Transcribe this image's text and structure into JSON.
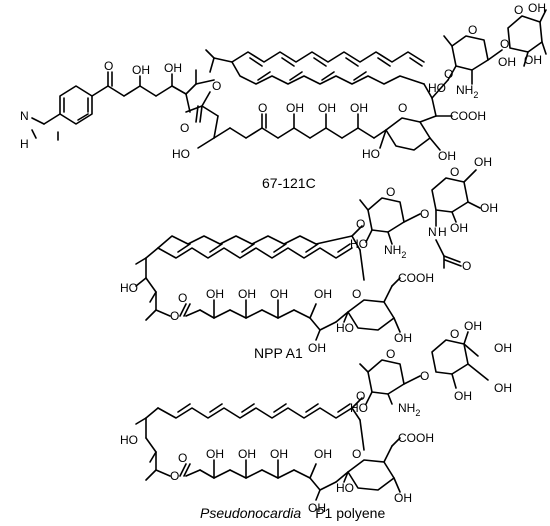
{
  "captions": {
    "compound1": "67-121C",
    "compound2": "NPP A1",
    "compound3_genus": "Pseudonocardia",
    "compound3_name": "P1 polyene"
  },
  "atom_labels": {
    "oh": "OH",
    "ho": "HO",
    "cooh": "COOH",
    "nh2": "NH",
    "nh2_sub": "2",
    "nh": "N",
    "h": "H",
    "n": "N",
    "o": "O"
  }
}
